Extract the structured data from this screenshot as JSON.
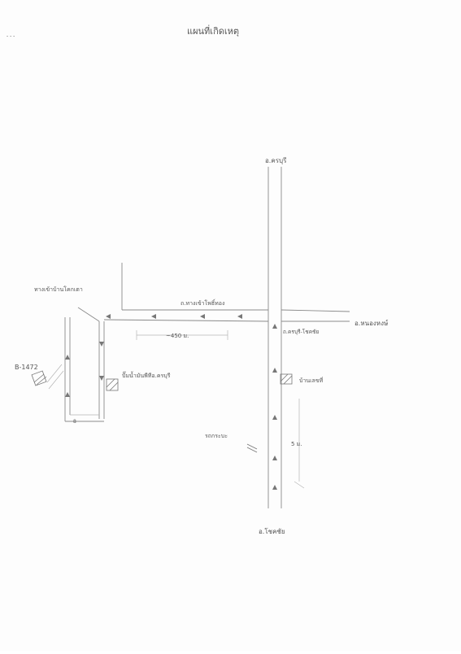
{
  "sheet": {
    "title": "แผนที่เกิดเหตุ",
    "corner_note": "- - -"
  },
  "labels": {
    "north": "อ.ครบุรี",
    "south": "อ.โชคชัย",
    "east": "อ.หนองหงษ์",
    "road_main": "ถ.ครบุรี-โชคชัย",
    "road_side": "ถ.ทางเข้าโพธิ์ทอง",
    "branch": "ทางเข้าบ้านโคกเตา",
    "station_left": "ปั๊มน้ำมันพีทีอ.ครบุรี",
    "house": "บ้านเลขที่",
    "vehicle_left": "B-1472",
    "vehicle_right": "รถกระบะ",
    "dim_horizontal": "~450 ม.",
    "dim_vertical": "5 ม.",
    "dim_small": "8"
  },
  "colors": {
    "pencil": "#8a8a8a",
    "text": "#555555"
  }
}
